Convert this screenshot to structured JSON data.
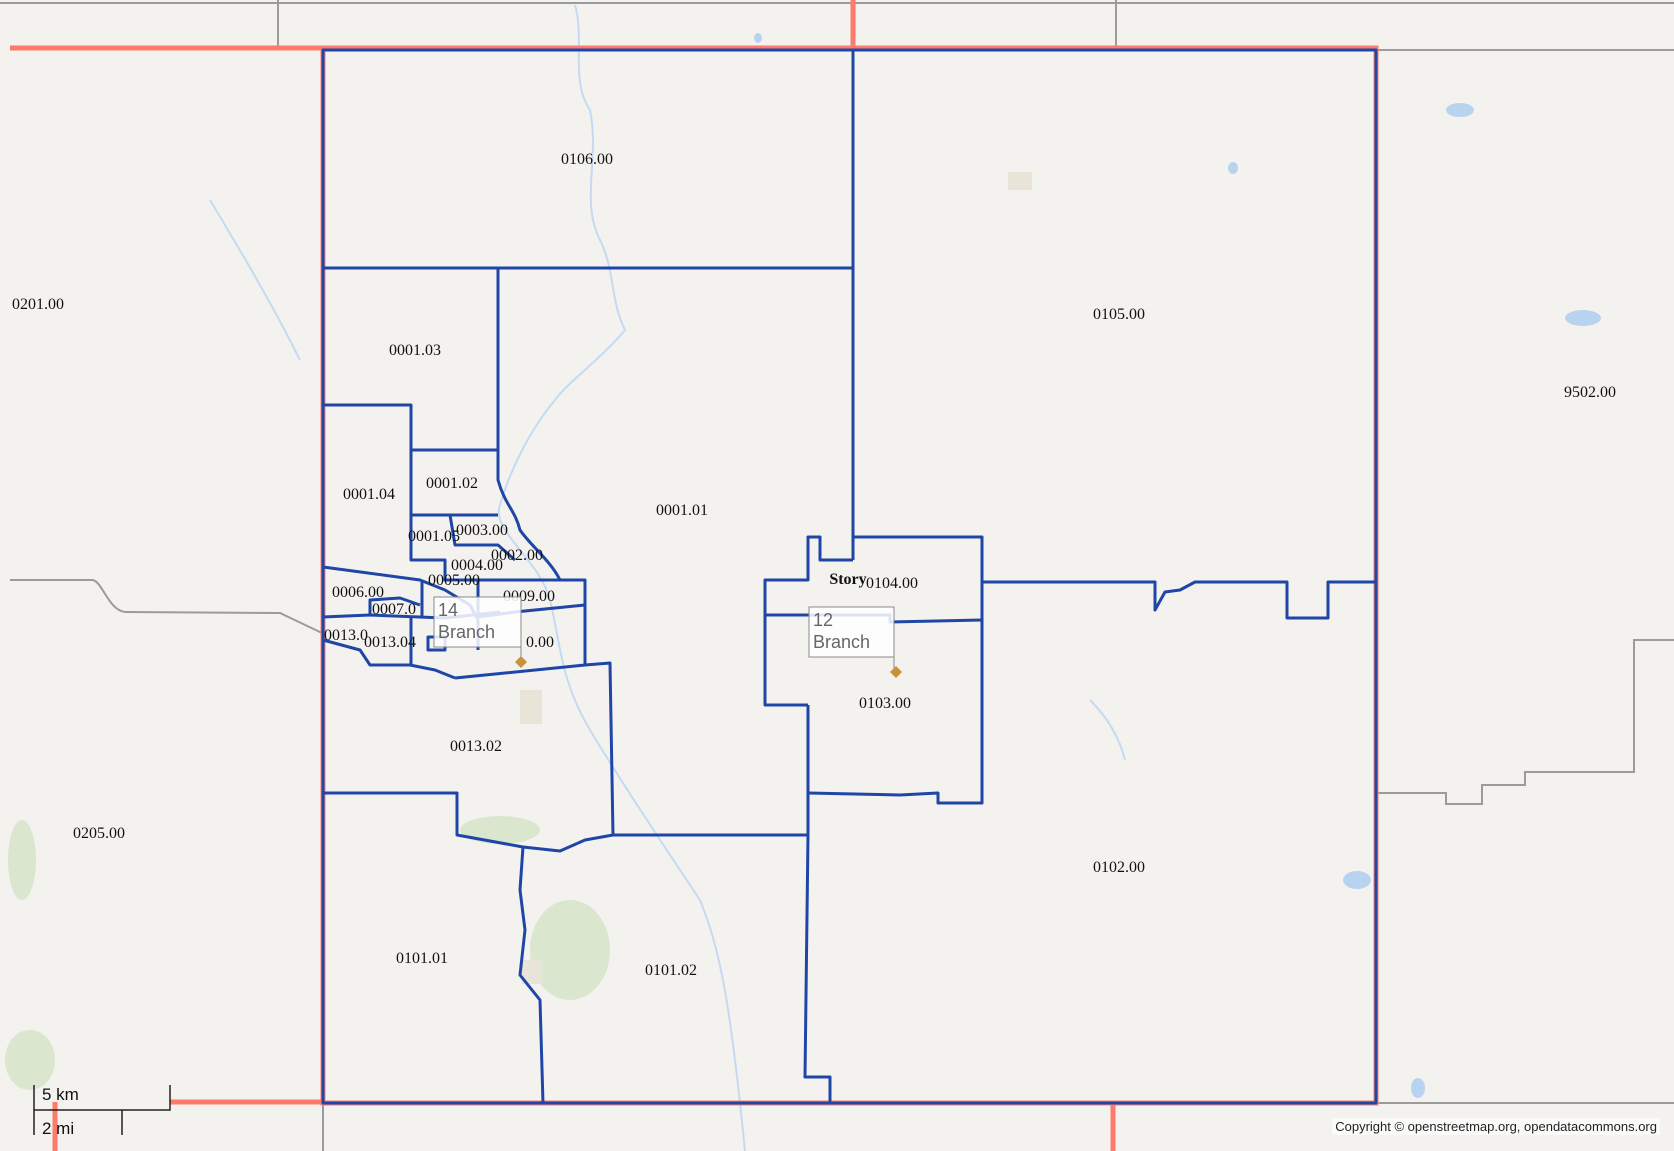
{
  "colors": {
    "land": "#f3f2ef",
    "water": "#b8d3f0",
    "tract_boundary": "#1f46a6",
    "county_boundary": "#ff7a6a",
    "road": "#9b9b9b",
    "branch_marker": "#c8913a"
  },
  "county": {
    "name": "Story"
  },
  "tracts": [
    "0106.00",
    "0105.00",
    "0201.00",
    "9502.00",
    "0001.03",
    "0001.04",
    "0001.02",
    "0001.01",
    "0001.05",
    "0003.00",
    "0004.00",
    "0002.00",
    "0005.00",
    "0006.00",
    "0009.00",
    "0007.0",
    "0013.0",
    "0013.04",
    "0.00",
    "0104.00",
    "0103.00",
    "0013.02",
    "0205.00",
    "0102.00",
    "0101.01",
    "0101.02"
  ],
  "branches": [
    {
      "count": "14",
      "label": "Branch"
    },
    {
      "count": "12",
      "label": "Branch"
    }
  ],
  "scale": {
    "metric": "5 km",
    "imperial": "2 mi"
  },
  "attribution": "Copyright © openstreetmap.org, opendatacommons.org",
  "icons": {
    "branch_marker": "diamond-marker-icon"
  }
}
